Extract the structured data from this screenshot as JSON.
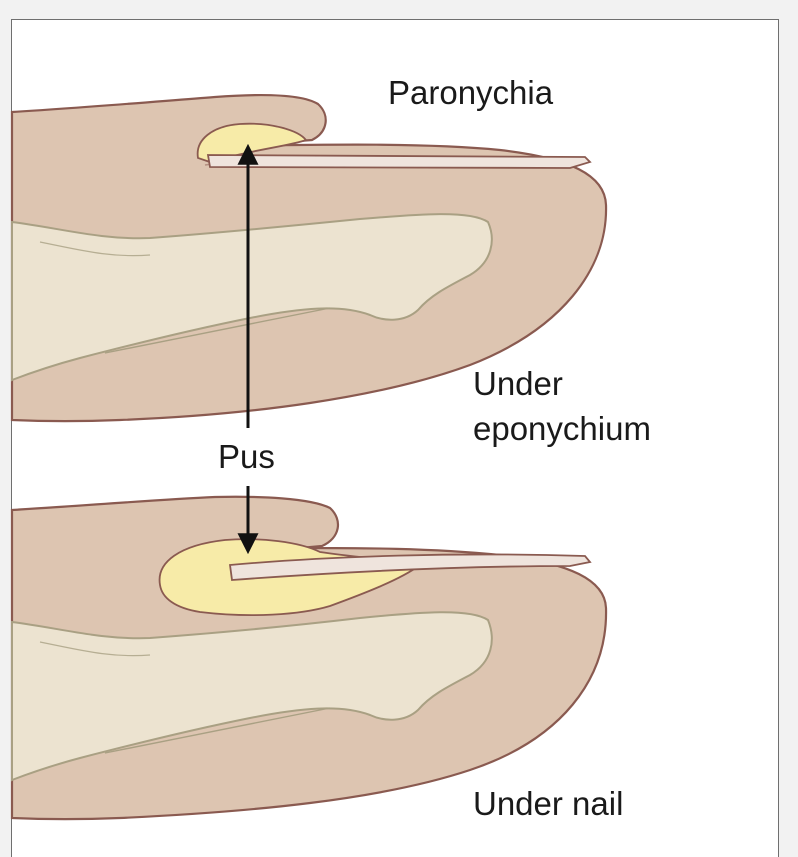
{
  "labels": {
    "paronychia": "Paronychia",
    "under_eponychium_line1": "Under",
    "under_eponychium_line2": "eponychium",
    "pus": "Pus",
    "under_nail": "Under nail"
  },
  "colors": {
    "skin": "#ddc5b1",
    "skin_outline": "#8a5a50",
    "bone": "#ece3d0",
    "bone_outline": "#a9a083",
    "pus": "#f7eba8",
    "nail": "#efe4dd",
    "arrow": "#111111"
  }
}
